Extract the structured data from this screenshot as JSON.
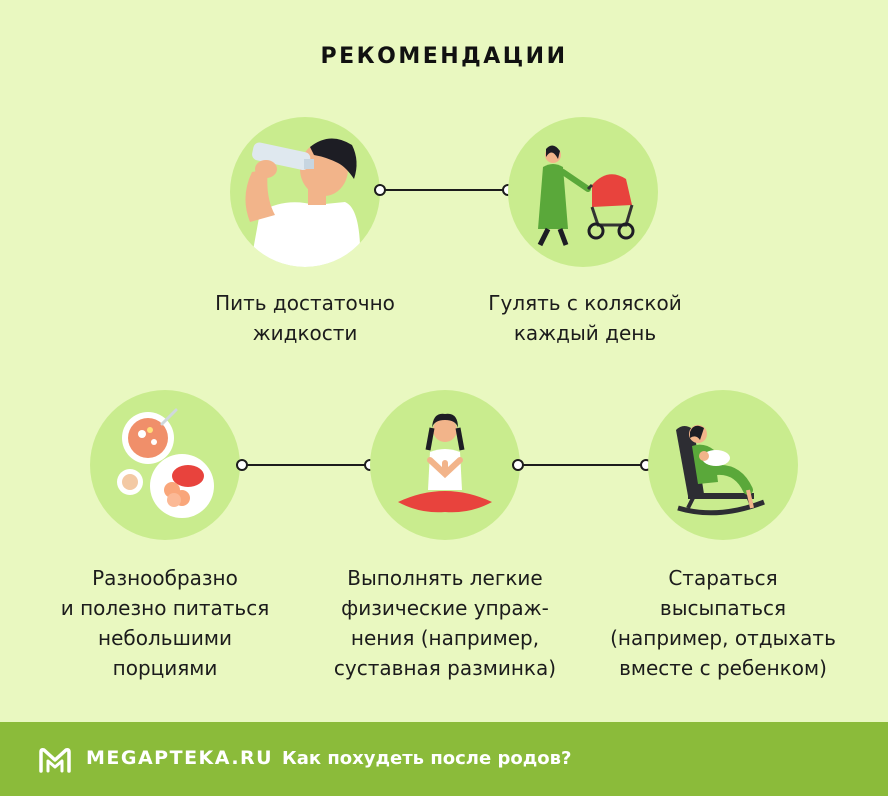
{
  "title": "РЕКОМЕНДАЦИИ",
  "items": [
    {
      "caption": "Пить достаточно\nжидкости",
      "icon": "drinking-water-icon"
    },
    {
      "caption": "Гулять с коляской\nкаждый день",
      "icon": "stroller-walk-icon"
    },
    {
      "caption": "Разнообразно\nи полезно питаться\nнебольшими\nпорциями",
      "icon": "healthy-food-icon"
    },
    {
      "caption": "Выполнять легкие\nфизические упраж-\nнения (например,\nсуставная разминка)",
      "icon": "yoga-icon"
    },
    {
      "caption": "Стараться\nвысыпаться\n(например, отдыхать\nвместе с ребенком)",
      "icon": "rocking-chair-icon"
    }
  ],
  "footer": {
    "brand": "MEGAPTEKA.RU",
    "question": "Как похудеть после родов?",
    "logo_icon": "megapteka-logo-icon"
  },
  "colors": {
    "background": "#e9f8c0",
    "circle": "#c9ec8e",
    "footer": "#8bbb3a",
    "accent_green": "#5aa83a",
    "accent_red": "#e8433d"
  }
}
